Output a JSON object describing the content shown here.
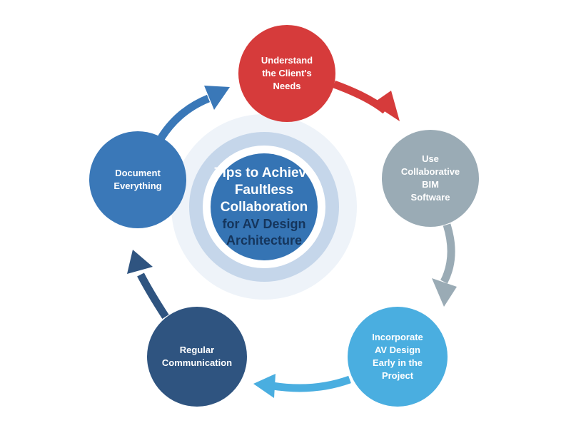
{
  "center": {
    "lines_white": [
      "Tips to Achieve",
      "Faultless",
      "Collaboration"
    ],
    "lines_dark": [
      "for AV Design",
      "Architecture"
    ]
  },
  "steps": [
    {
      "lines": [
        "Understand",
        "the Client's",
        "Needs"
      ],
      "color": "#d63b3b"
    },
    {
      "lines": [
        "Use",
        "Collaborative",
        "BIM",
        "Software"
      ],
      "color": "#9aabb5"
    },
    {
      "lines": [
        "Incorporate",
        "AV Design",
        "Early in the",
        "Project"
      ],
      "color": "#4aaee0"
    },
    {
      "lines": [
        "Regular",
        "Communication"
      ],
      "color": "#2f5480"
    },
    {
      "lines": [
        "Document",
        "Everything"
      ],
      "color": "#3a78b8"
    }
  ],
  "arrow_colors": [
    "#d63b3b",
    "#9aabb5",
    "#4aaee0",
    "#2f5480",
    "#3a78b8"
  ],
  "ring_colors": {
    "outer": "#eef3f9",
    "middle": "#c5d6ea",
    "inner_gap": "#ffffff",
    "core": "#3574b4"
  },
  "icons": [
    "arrow-right-down",
    "arrow-down",
    "arrow-left",
    "arrow-up",
    "arrow-up-right"
  ]
}
